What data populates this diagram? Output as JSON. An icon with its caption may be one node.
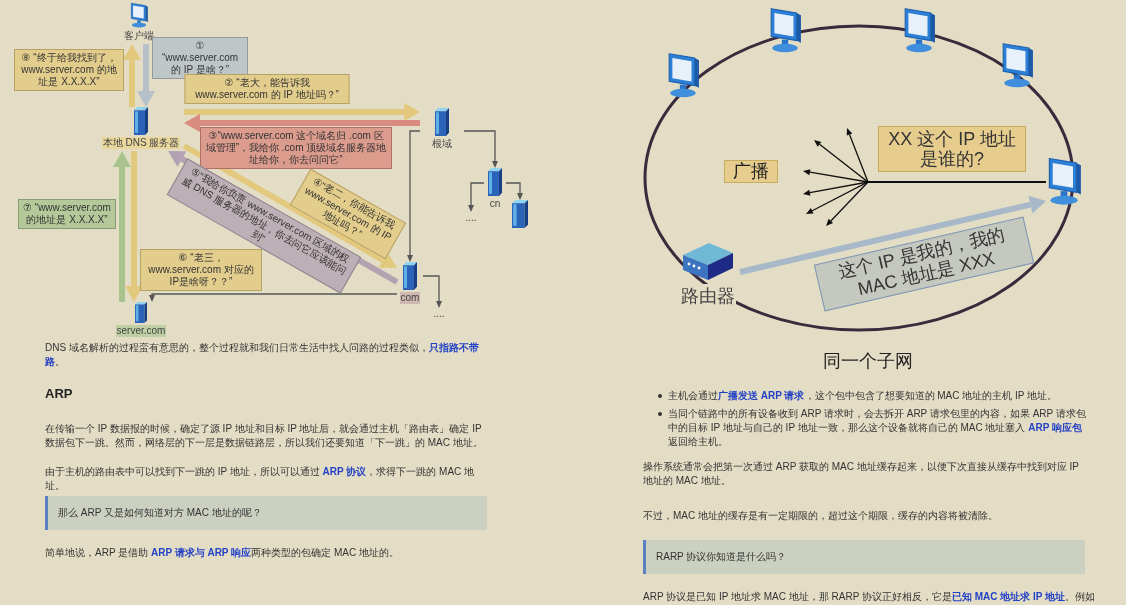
{
  "diagram": {
    "nodes": [
      {
        "text": [
          "客户端"
        ]
      },
      {
        "text": [
          "本地 DNS 服务器"
        ]
      },
      {
        "text": [
          "根域"
        ]
      },
      {
        "text": [
          "...."
        ]
      },
      {
        "text": [
          "cn"
        ]
      },
      {
        "text": [],
        "shape": "server"
      },
      {
        "text": [
          "com"
        ]
      },
      {
        "text": [
          "...."
        ]
      },
      {
        "text": [
          "server.com"
        ]
      },
      {
        "text": [],
        "shape": "computer"
      },
      {
        "text": [],
        "shape": "computer"
      },
      {
        "text": [],
        "shape": "computer"
      },
      {
        "text": [],
        "shape": "computer"
      },
      {
        "text": [],
        "shape": "computer"
      },
      {
        "text": [
          "路由器"
        ]
      }
    ],
    "edges": [
      {
        "from": 0,
        "to": 1,
        "arrow": "to",
        "label": "① “www.server.com 的 IP 是啥？”",
        "style": "thick",
        "color": "#b6c0c8"
      },
      {
        "from": 1,
        "to": 0,
        "arrow": "to",
        "label": "⑧ “终于给我找到了，www.server.com 的地址是 X.X.X.X”",
        "style": "thick",
        "color": "#e3c97e"
      },
      {
        "from": 1,
        "to": 2,
        "arrow": "to",
        "label": "② “老大，能告诉我 www.server.com 的 IP 地址吗？”",
        "style": "thick",
        "color": "#e3c97e"
      },
      {
        "from": 2,
        "to": 1,
        "arrow": "to",
        "label": "③“www.server.com 这个域名归 .com 区域管理”，我给你 .com 顶级域名服务器地址给你，你去问问它”",
        "style": "thick",
        "color": "#d98b7f"
      },
      {
        "from": 1,
        "to": 6,
        "arrow": "to",
        "label": "④“老二，你能告诉我 www.server.com 的 IP 地址吗？”",
        "style": "thick",
        "color": "#e3c97e"
      },
      {
        "from": 6,
        "to": 1,
        "arrow": "to",
        "label": "⑤“我给你负责 www.server.com 区域的权威 DNS 服务器的地址，你去问它应该能问到”",
        "style": "thick",
        "color": "#b3a3b2"
      },
      {
        "from": 1,
        "to": 8,
        "arrow": "to",
        "label": "⑥ “老三，www.server.com 对应的IP是啥呀？？”",
        "style": "thick",
        "color": "#e3c97e"
      },
      {
        "from": 8,
        "to": 1,
        "arrow": "to",
        "label": "⑦ “www.server.com 的地址是 X.X.X.X”",
        "style": "thick",
        "color": "#a9c38e"
      },
      {
        "from": 2,
        "to": 6,
        "arrow": "to"
      },
      {
        "from": 2,
        "to": 4,
        "arrow": "to"
      },
      {
        "from": 4,
        "to": 3,
        "arrow": "to"
      },
      {
        "from": 4,
        "to": 5,
        "arrow": "to"
      },
      {
        "from": 6,
        "to": 7,
        "arrow": "to"
      },
      {
        "from": 6,
        "to": 8,
        "arrow": "to"
      },
      {
        "from": 13,
        "to": null,
        "arrow": "to",
        "label": "XX 这个 IP 地址是谁的?",
        "color": "#111111"
      },
      {
        "from": 13,
        "to": null,
        "arrow": "to",
        "color": "#111111"
      },
      {
        "from": 13,
        "to": null,
        "arrow": "to",
        "color": "#111111"
      },
      {
        "from": 13,
        "to": null,
        "arrow": "to",
        "color": "#111111"
      },
      {
        "from": 13,
        "to": null,
        "arrow": "to",
        "color": "#111111"
      },
      {
        "from": 13,
        "to": null,
        "arrow": "to",
        "color": "#111111"
      },
      {
        "from": 14,
        "to": 13,
        "arrow": "to",
        "label": "这个 IP 是我的，我的 MAC 地址是 XXX",
        "style": "thick",
        "color": "#a7b9c8"
      }
    ],
    "labels": [
      "DNS 域名解析的过程蛮有意思的，整个过程就和我们日常生活中找人问路的过程类似，**只指路不带路**。",
      "ARP",
      "在传输一个 IP 数据报的时候，确定了源 IP 地址和目标 IP 地址后，就会通过主机「路由表」确定 IP 数据包下一跳。然而，网络层的下一层是数据链路层，所以我们还要知道「下一跳」的 MAC 地址。",
      "由于主机的路由表中可以找到下一跳的 IP 地址，所以可以通过 **ARP 协议**，求得下一跳的 MAC 地址。",
      "那么 ARP 又是如何知道对方 MAC 地址的呢？",
      "简单地说，ARP 是借助 **ARP 请求与 ARP 响应**两种类型的包确定 MAC 地址的。",
      "广播",
      "同一个子网",
      "主机会通过**广播发送 ARP 请求**，这个包中包含了想要知道的 MAC 地址的主机 IP 地址。",
      "当同个链路中的所有设备收到 ARP 请求时，会去拆开 ARP 请求包里的内容，如果 ARP 请求包中的目标 IP 地址与自己的 IP 地址一致，那么这个设备就将自己的 MAC 地址塞入 **ARP 响应包**返回给主机。",
      "操作系统通常会把第一次通过 ARP 获取的 MAC 地址缓存起来，以便下次直接从缓存中找到对应 IP 地址的 MAC 地址。",
      "不过，MAC 地址的缓存是有一定期限的，超过这个期限，缓存的内容将被清除。",
      "RARP 协议你知道是什么吗？",
      "ARP 协议是已知 IP 地址求 MAC 地址，那 RARP 协议正好相反，它是**已知 MAC 地址求 IP 地址**。例如"
    ]
  }
}
